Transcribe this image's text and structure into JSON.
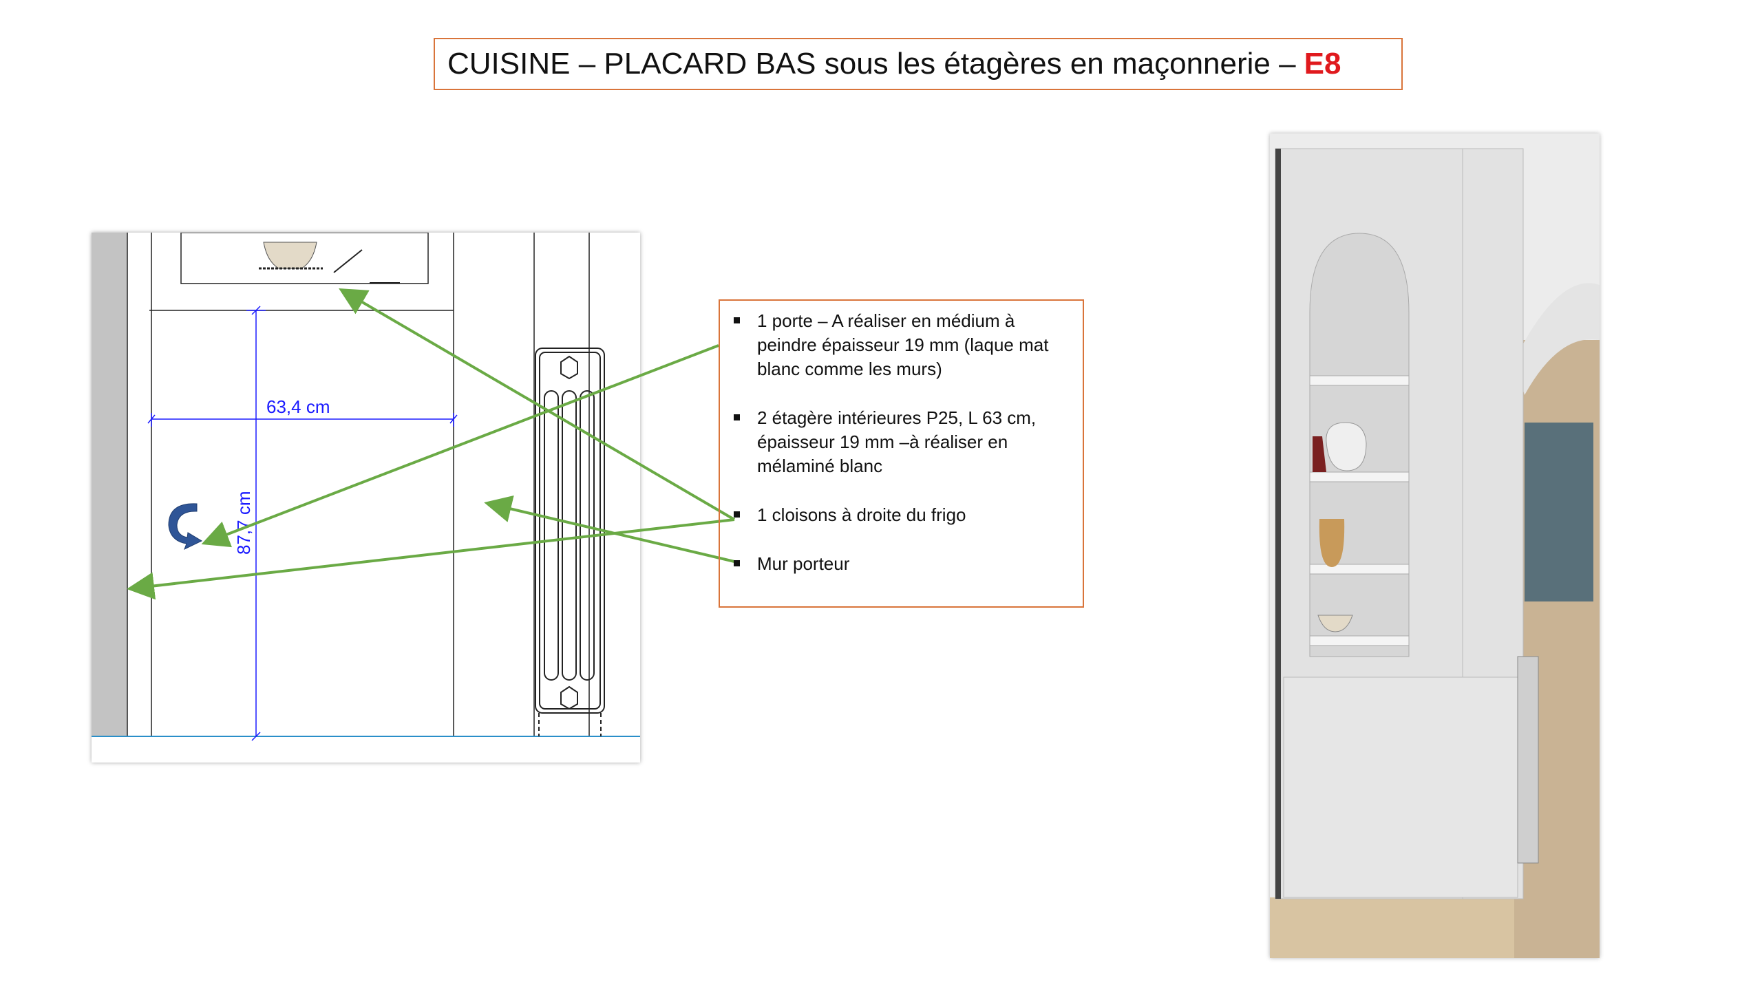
{
  "title": {
    "text": "CUISINE – PLACARD BAS sous les étagères en maçonnerie –",
    "code": "E8"
  },
  "drawing": {
    "width_label": "63,4 cm",
    "height_label": "87,7 cm"
  },
  "notes": [
    "1 porte  – A réaliser en médium à peindre épaisseur 19 mm (laque mat blanc comme les murs)",
    "2 étagère intérieures P25, L 63 cm, épaisseur 19 mm –à réaliser en mélaminé blanc",
    "1 cloisons à droite du frigo",
    "Mur porteur"
  ],
  "colors": {
    "border": "#d9743a",
    "arrow": "#6aaa45",
    "dimension": "#1a1aff",
    "code": "#e0191d"
  }
}
